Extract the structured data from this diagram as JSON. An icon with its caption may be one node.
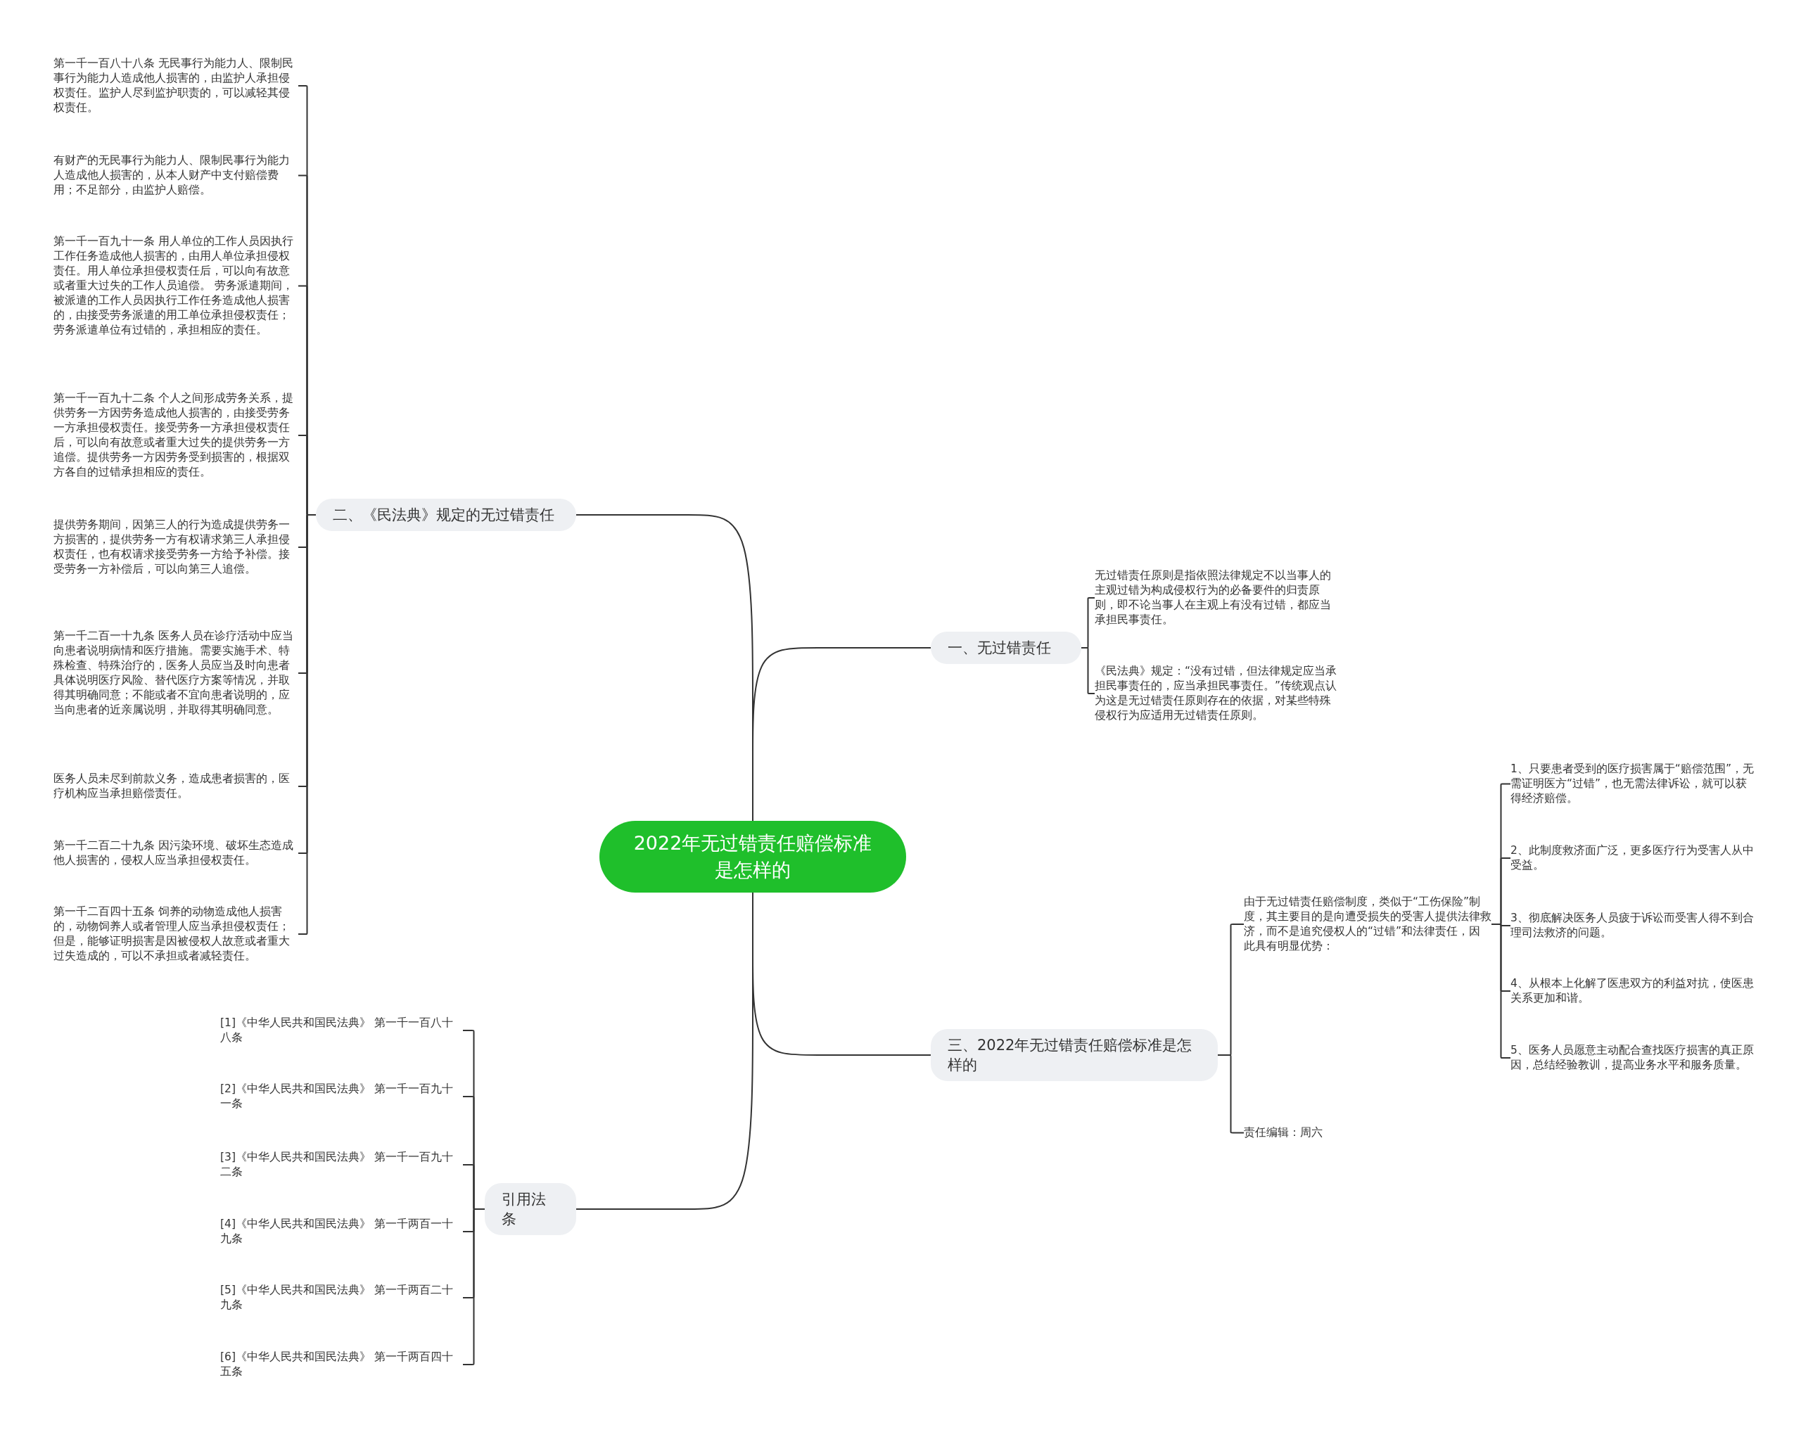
{
  "diagram": {
    "nodes": [
      {
        "text": [
          "2022年无过错责任赔偿标准是怎样的"
        ]
      },
      {
        "text": [
          "一、无过错责任"
        ]
      },
      {
        "text": [
          "无过错责任原则是指依照法律规定不以当事人的主观过错为构成侵权行为的必备要件的归责原则，即不论当事人在主观上有没有过错，都应当承担民事责任。"
        ]
      },
      {
        "text": [
          "《民法典》规定：“没有过错，但法律规定应当承担民事责任的，应当承担民事责任。”传统观点认为这是无过错责任原则存在的依据，对某些特殊侵权行为应适用无过错责任原则。"
        ]
      },
      {
        "text": [
          "二、《民法典》规定的无过错责任"
        ]
      },
      {
        "text": [
          "第一千一百八十八条 无民事行为能力人、限制民事行为能力人造成他人损害的，由监护人承担侵权责任。监护人尽到监护职责的，可以减轻其侵权责任。"
        ]
      },
      {
        "text": [
          "有财产的无民事行为能力人、限制民事行为能力人造成他人损害的，从本人财产中支付赔偿费用；不足部分，由监护人赔偿。"
        ]
      },
      {
        "text": [
          "第一千一百九十一条 用人单位的工作人员因执行工作任务造成他人损害的，由用人单位承担侵权责任。用人单位承担侵权责任后，可以向有故意或者重大过失的工作人员追偿。 劳务派遣期间，被派遣的工作人员因执行工作任务造成他人损害的，由接受劳务派遣的用工单位承担侵权责任；劳务派遣单位有过错的，承担相应的责任。"
        ]
      },
      {
        "text": [
          "第一千一百九十二条 个人之间形成劳务关系，提供劳务一方因劳务造成他人损害的，由接受劳务一方承担侵权责任。接受劳务一方承担侵权责任后，可以向有故意或者重大过失的提供劳务一方追偿。提供劳务一方因劳务受到损害的，根据双方各自的过错承担相应的责任。"
        ]
      },
      {
        "text": [
          "提供劳务期间，因第三人的行为造成提供劳务一方损害的，提供劳务一方有权请求第三人承担侵权责任，也有权请求接受劳务一方给予补偿。接受劳务一方补偿后，可以向第三人追偿。"
        ]
      },
      {
        "text": [
          "第一千二百一十九条 医务人员在诊疗活动中应当向患者说明病情和医疗措施。需要实施手术、特殊检查、特殊治疗的，医务人员应当及时向患者具体说明医疗风险、替代医疗方案等情况，并取得其明确同意；不能或者不宜向患者说明的，应当向患者的近亲属说明，并取得其明确同意。"
        ]
      },
      {
        "text": [
          "医务人员未尽到前款义务，造成患者损害的，医疗机构应当承担赔偿责任。"
        ]
      },
      {
        "text": [
          "第一千二百二十九条 因污染环境、破坏生态造成他人损害的，侵权人应当承担侵权责任。"
        ]
      },
      {
        "text": [
          "第一千二百四十五条 饲养的动物造成他人损害的，动物饲养人或者管理人应当承担侵权责任；但是，能够证明损害是因被侵权人故意或者重大过失造成的，可以不承担或者减轻责任。"
        ]
      },
      {
        "text": [
          "三、2022年无过错责任赔偿标准是怎样的"
        ]
      },
      {
        "text": [
          "由于无过错责任赔偿制度，类似于“工伤保险”制度，其主要目的是向遭受损失的受害人提供法律救济，而不是追究侵权人的“过错”和法律责任，因此具有明显优势："
        ]
      },
      {
        "text": [
          "1、只要患者受到的医疗损害属于“赔偿范围”，无需证明医方“过错”，也无需法律诉讼，就可以获得经济赔偿。"
        ]
      },
      {
        "text": [
          "2、此制度救济面广泛，更多医疗行为受害人从中受益。"
        ]
      },
      {
        "text": [
          "3、彻底解决医务人员疲于诉讼而受害人得不到合理司法救济的问题。"
        ]
      },
      {
        "text": [
          "4、从根本上化解了医患双方的利益对抗，使医患关系更加和谐。"
        ]
      },
      {
        "text": [
          "5、医务人员愿意主动配合查找医疗损害的真正原因，总结经验教训，提高业务水平和服务质量。"
        ]
      },
      {
        "text": [
          "责任编辑：周六"
        ]
      },
      {
        "text": [
          "引用法条"
        ]
      },
      {
        "text": [
          "[1]《中华人民共和国民法典》 第一千一百八十八条"
        ]
      },
      {
        "text": [
          "[2]《中华人民共和国民法典》 第一千一百九十一条"
        ]
      },
      {
        "text": [
          "[3]《中华人民共和国民法典》 第一千一百九十二条"
        ]
      },
      {
        "text": [
          "[4]《中华人民共和国民法典》 第一千两百一十九条"
        ]
      },
      {
        "text": [
          "[5]《中华人民共和国民法典》 第一千两百二十九条"
        ]
      },
      {
        "text": [
          "[6]《中华人民共和国民法典》 第一千两百四十五条"
        ]
      }
    ],
    "edges": [
      {
        "from": 0,
        "to": 1,
        "arrow": "none"
      },
      {
        "from": 1,
        "to": 2,
        "arrow": "none"
      },
      {
        "from": 1,
        "to": 3,
        "arrow": "none"
      },
      {
        "from": 0,
        "to": 4,
        "arrow": "none"
      },
      {
        "from": 4,
        "to": 5,
        "arrow": "none"
      },
      {
        "from": 4,
        "to": 6,
        "arrow": "none"
      },
      {
        "from": 4,
        "to": 7,
        "arrow": "none"
      },
      {
        "from": 4,
        "to": 8,
        "arrow": "none"
      },
      {
        "from": 4,
        "to": 9,
        "arrow": "none"
      },
      {
        "from": 4,
        "to": 10,
        "arrow": "none"
      },
      {
        "from": 4,
        "to": 11,
        "arrow": "none"
      },
      {
        "from": 4,
        "to": 12,
        "arrow": "none"
      },
      {
        "from": 4,
        "to": 13,
        "arrow": "none"
      },
      {
        "from": 0,
        "to": 14,
        "arrow": "none"
      },
      {
        "from": 14,
        "to": 15,
        "arrow": "none"
      },
      {
        "from": 15,
        "to": 16,
        "arrow": "none"
      },
      {
        "from": 15,
        "to": 17,
        "arrow": "none"
      },
      {
        "from": 15,
        "to": 18,
        "arrow": "none"
      },
      {
        "from": 15,
        "to": 19,
        "arrow": "none"
      },
      {
        "from": 15,
        "to": 20,
        "arrow": "none"
      },
      {
        "from": 14,
        "to": 21,
        "arrow": "none"
      },
      {
        "from": 0,
        "to": 22,
        "arrow": "none"
      },
      {
        "from": 22,
        "to": 23,
        "arrow": "none"
      },
      {
        "from": 22,
        "to": 24,
        "arrow": "none"
      },
      {
        "from": 22,
        "to": 25,
        "arrow": "none"
      },
      {
        "from": 22,
        "to": 26,
        "arrow": "none"
      },
      {
        "from": 22,
        "to": 27,
        "arrow": "none"
      },
      {
        "from": 22,
        "to": 28,
        "arrow": "none"
      }
    ]
  }
}
